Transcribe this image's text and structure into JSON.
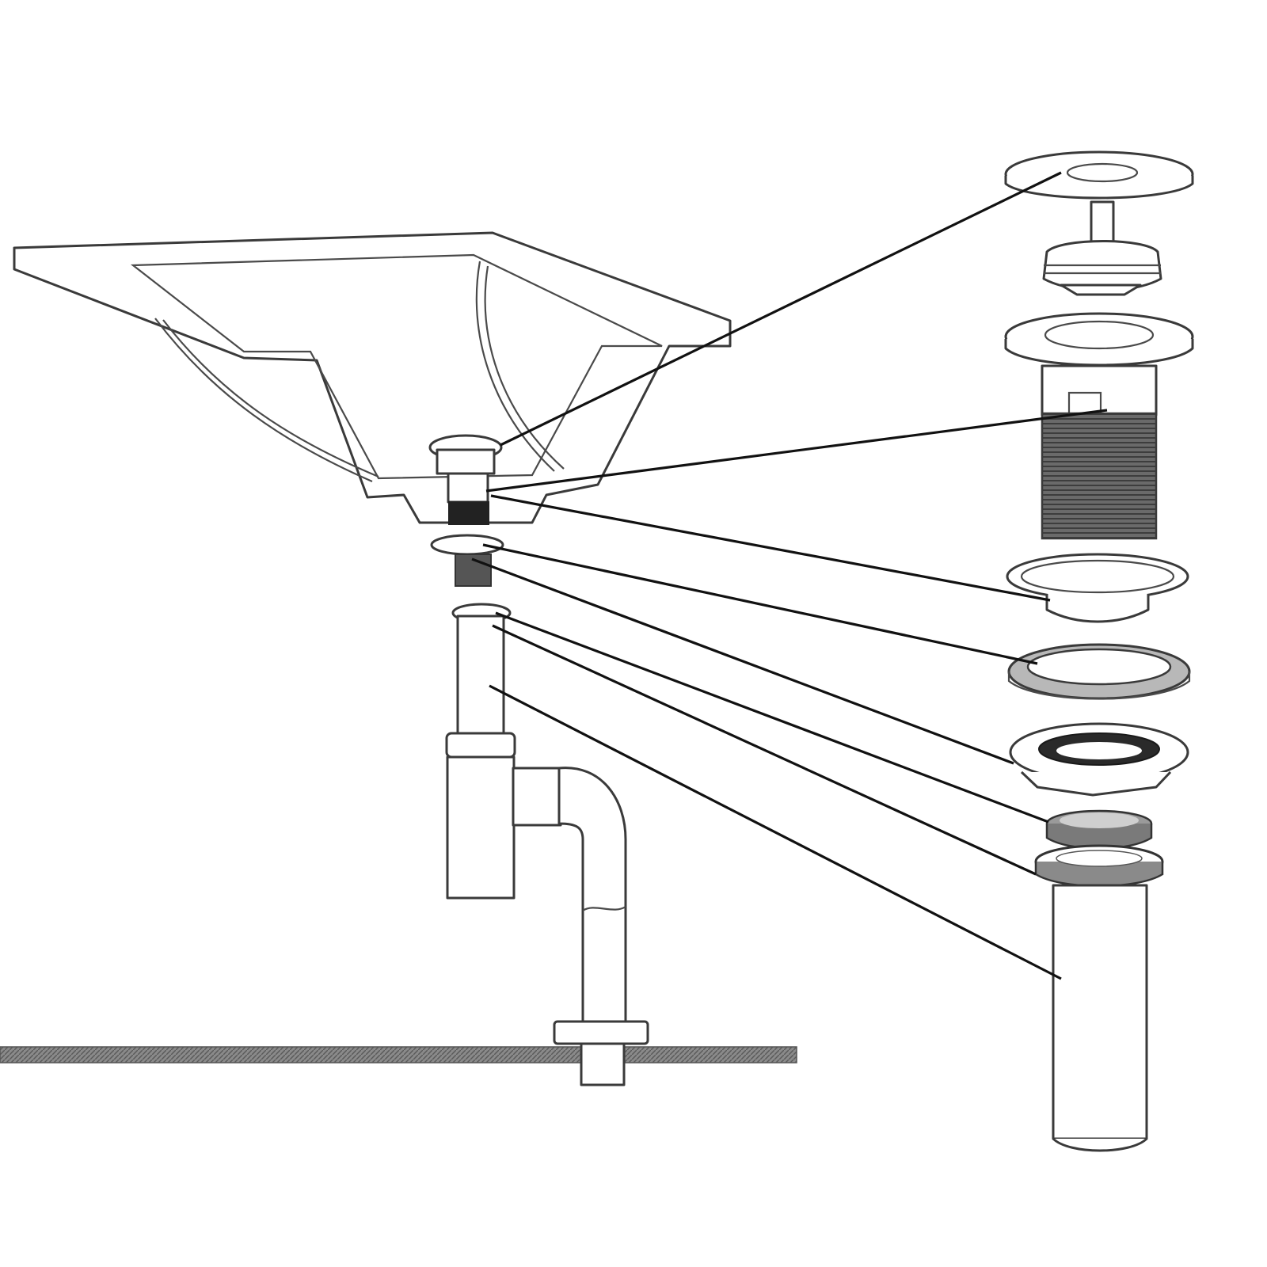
{
  "colors": {
    "outline": "#3a3a3a",
    "leader": "#111111",
    "thread": "#555555",
    "gasket_dark": "#2a2a2a",
    "floor_hatch": "#7a7a7a",
    "background": "#ffffff"
  },
  "parts": [
    {
      "id": "cap",
      "icon": "plug-cap-icon"
    },
    {
      "id": "spring-core",
      "icon": "spring-core-icon"
    },
    {
      "id": "threaded-body",
      "icon": "threaded-body-icon"
    },
    {
      "id": "top-washer",
      "icon": "washer-icon"
    },
    {
      "id": "flat-washer",
      "icon": "washer-icon"
    },
    {
      "id": "hex-nut",
      "icon": "hex-nut-icon"
    },
    {
      "id": "slip-nut",
      "icon": "slip-nut-icon"
    },
    {
      "id": "rubber-ring",
      "icon": "rubber-ring-icon"
    },
    {
      "id": "tailpiece",
      "icon": "tailpiece-tube-icon"
    }
  ]
}
